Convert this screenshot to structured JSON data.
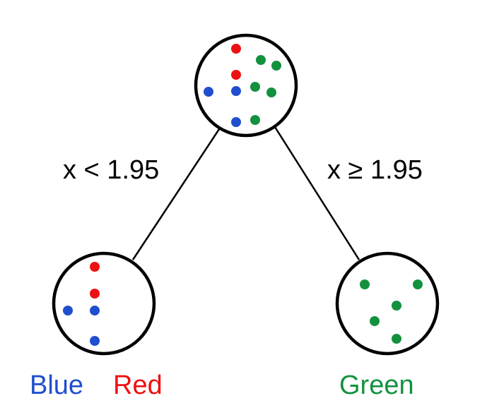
{
  "colors": {
    "blue": "#1f4fcf",
    "red": "#ee1111",
    "green": "#13913f",
    "line": "#000000"
  },
  "split": {
    "left_condition": "x < 1.95",
    "right_condition": "x ≥ 1.95"
  },
  "nodes": {
    "root": {
      "points": [
        "red",
        "green",
        "green",
        "red",
        "blue",
        "blue",
        "green",
        "green",
        "blue",
        "green"
      ]
    },
    "left_leaf": {
      "points": [
        "red",
        "red",
        "blue",
        "blue",
        "blue"
      ]
    },
    "right_leaf": {
      "points": [
        "green",
        "green",
        "green",
        "green",
        "green"
      ]
    }
  },
  "class_labels": {
    "left_blue": "Blue",
    "left_red": "Red",
    "right_green": "Green"
  }
}
